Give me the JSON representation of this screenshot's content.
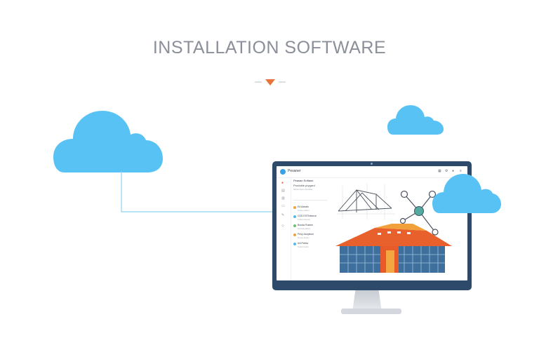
{
  "header": {
    "title": "INSTALLATION SOFTWARE"
  },
  "colors": {
    "cloud": "#58c2f5",
    "monitor_frame": "#2e4a6b",
    "accent": "#e8743a",
    "connector": "#8fd2f2"
  },
  "icons": {
    "divider": "triangle-down-icon",
    "clouds": "cloud-icon",
    "network": "network-nodes-icon",
    "building": "building-icon",
    "blueprint": "tent-structure-icon"
  },
  "app": {
    "name": "Pesaner",
    "panel_title": "Peasan Softane",
    "panel_subtitle": "Produkte prygard",
    "panel_meta": "Tanzo Auen Ssmithe",
    "items": [
      {
        "label": "Ed Adeals",
        "sub": "Frase traken",
        "color": "#f2a13a"
      },
      {
        "label": "CDS ESTNelonzi",
        "sub": "Frasi nchpoto",
        "color": "#58b8e8"
      },
      {
        "label": "Bunda Ruinen",
        "sub": "Kontak plasto",
        "color": "#6cc070"
      },
      {
        "label": "Prisy Asnpitom",
        "sub": "Nuoto kuaxx",
        "color": "#f2a13a"
      },
      {
        "label": "Iell Pvebu",
        "sub": "Suiter kelno",
        "color": "#58b8e8"
      }
    ]
  }
}
